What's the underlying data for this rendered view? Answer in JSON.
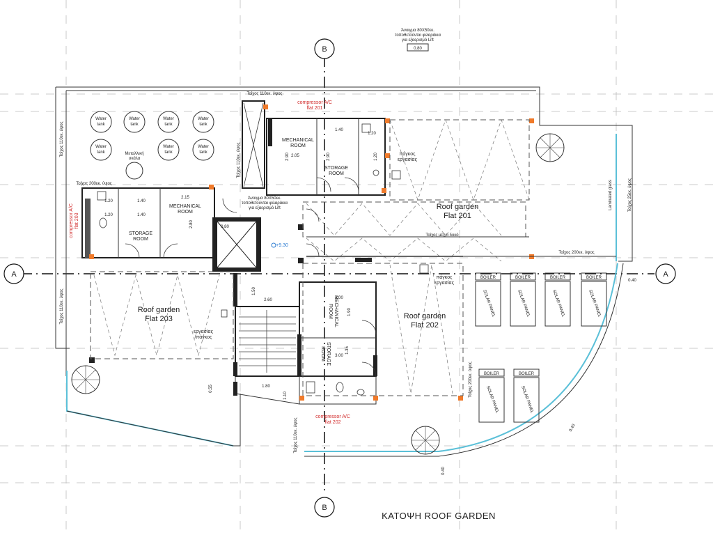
{
  "title": "ΚΑΤΟΨΗ ROOF GARDEN",
  "axes": {
    "B": "B",
    "A": "A"
  },
  "notes": {
    "top_right_1": "Άνοιγμα 80Χ50εκ.",
    "top_right_2": "τοποθετούνται φιλαράκια",
    "top_right_3": "για εξαερισμό Lift",
    "top_right_dim": "0.80",
    "center_note_1": "Άνοιγμα 80Χ50εκ.",
    "center_note_2": "τοποθετούνται φιλαράκια",
    "center_note_3": "για εξαερισμό Lift"
  },
  "walls": {
    "top": "Τοίχος 110εκ. ύψος",
    "left_top": "Τοίχος 110εκ. ύψος",
    "left_bottom": "Τοίχος 110εκ. ύψος",
    "inner_200": "Τοίχος 200εκ. ύψος",
    "right_25": "Τοίχος 25εκ. ύψος",
    "right_200": "Τοίχος 200εκ. ύψος",
    "mid_110": "Τοίχος 110εκ. ύψος",
    "bottom_110": "Τοίχος 110εκ. ύψος",
    "bottom_200": "Τοίχος 200εκ. ύψος",
    "under_beam": "Τοίχος μέχρι δοκό",
    "laminated": "Laminated glass"
  },
  "rooms": {
    "mech_top_1": "MECHANICAL",
    "mech_top_2": "ROOM",
    "storage_top_1": "STORAGE",
    "storage_top_2": "ROOM",
    "mech_left_1": "MECHANICAL",
    "mech_left_2": "ROOM",
    "storage_left_1": "STORAGE",
    "storage_left_2": "ROOM",
    "mech_bottom_1": "MECHANICAL",
    "mech_bottom_2": "ROOM",
    "storage_bottom_1": "STORAGE",
    "storage_bottom_2": "ROOM",
    "rg201_1": "Roof garden",
    "rg201_2": "Flat 201",
    "rg202_1": "Roof garden",
    "rg202_2": "Flat 202",
    "rg203_1": "Roof garden",
    "rg203_2": "Flat 203",
    "counter_1": "πάγκος",
    "counter_2": "εργασίας",
    "counter_left_1": "εργασίας",
    "counter_left_2": "/πάγκος"
  },
  "compressors": {
    "c201_1": "compressor A/C",
    "c201_2": "flat 201",
    "c202_1": "compressor A/C",
    "c202_2": "flat 202",
    "c203_1": "compressor A/C",
    "c203_2": "flat 203"
  },
  "tanks": {
    "label_1": "Water",
    "label_2": "tank",
    "metal": "Μεταλλική",
    "metal_2": "σκάλα"
  },
  "solar": {
    "boiler": "BOILER",
    "panel": "SOLAR PANEL"
  },
  "level": "+9.30",
  "dims": {
    "d120a": "1.20",
    "d140a": "1.40",
    "d215": "2.15",
    "d280": "2.80",
    "d205": "2.05",
    "d290": "2.90",
    "d140b": "1.40",
    "d120b": "1.20",
    "d080": "0.80",
    "d150": "1.50",
    "d260": "2.60",
    "d300a": "3.00",
    "d190": "1.90",
    "d300b": "3.00",
    "d135": "1.35",
    "d180": "1.80",
    "d055": "0.55",
    "d110": "1.10",
    "d040a": "0.40",
    "d040b": "0.40",
    "d040c": "0.40",
    "d290b": "2.90",
    "d120c": "1.20",
    "d140c": "1.40",
    "d120d": "1.20"
  }
}
